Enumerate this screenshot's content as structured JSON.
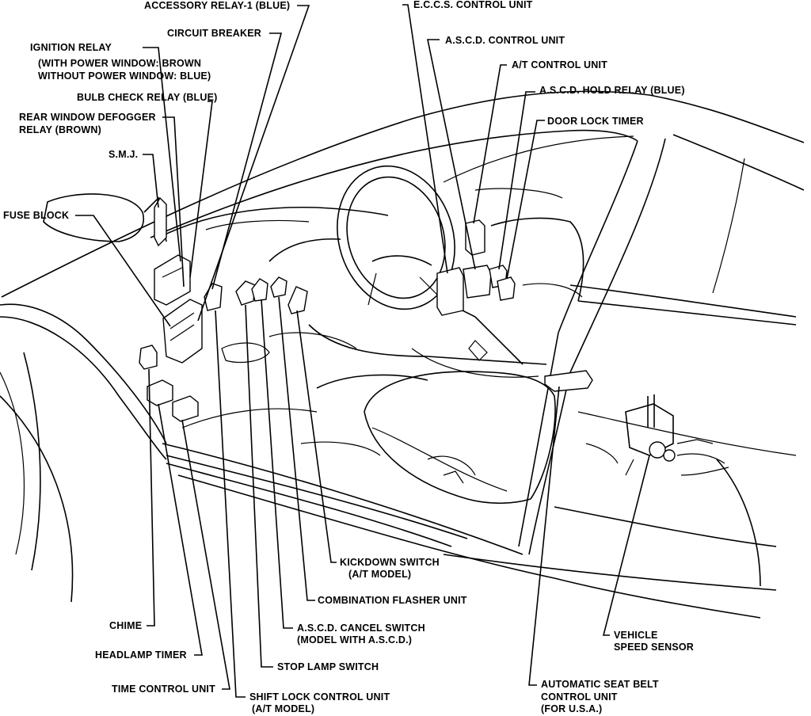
{
  "labels": {
    "accessory_relay": "ACCESSORY RELAY-1 (BLUE)",
    "circuit_breaker": "CIRCUIT BREAKER",
    "ignition_relay": "IGNITION RELAY",
    "ignition_relay_note_1": "(WITH POWER WINDOW: BROWN",
    "ignition_relay_note_2": "WITHOUT POWER WINDOW: BLUE)",
    "bulb_check_relay": "BULB CHECK RELAY (BLUE)",
    "rear_defogger_relay_1": "REAR WINDOW DEFOGGER",
    "rear_defogger_relay_2": "RELAY (BROWN)",
    "smj": "S.M.J.",
    "fuse_block": "FUSE BLOCK",
    "eccs_control_unit": "E.C.C.S. CONTROL UNIT",
    "ascd_control_unit": "A.S.C.D. CONTROL UNIT",
    "at_control_unit": "A/T CONTROL UNIT",
    "ascd_hold_relay": "A.S.C.D. HOLD RELAY (BLUE)",
    "door_lock_timer": "DOOR LOCK TIMER",
    "kickdown_switch_1": "KICKDOWN SWITCH",
    "kickdown_switch_2": "(A/T MODEL)",
    "combination_flasher": "COMBINATION FLASHER UNIT",
    "ascd_cancel_switch_1": "A.S.C.D. CANCEL SWITCH",
    "ascd_cancel_switch_2": "(MODEL WITH A.S.C.D.)",
    "chime": "CHIME",
    "headlamp_timer": "HEADLAMP TIMER",
    "stop_lamp_switch": "STOP LAMP SWITCH",
    "time_control_unit": "TIME CONTROL UNIT",
    "shift_lock_1": "SHIFT LOCK CONTROL UNIT",
    "shift_lock_2": "(A/T MODEL)",
    "vehicle_speed_sensor_1": "VEHICLE",
    "vehicle_speed_sensor_2": "SPEED SENSOR",
    "seat_belt_unit_1": "AUTOMATIC SEAT BELT",
    "seat_belt_unit_2": "CONTROL UNIT",
    "seat_belt_unit_3": "(FOR U.S.A.)"
  }
}
